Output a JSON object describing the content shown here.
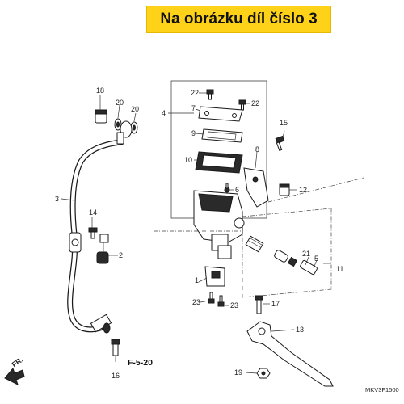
{
  "banner": "Na obrázku díl číslo 3",
  "reference": "F-5-20",
  "direction": "FR.",
  "diagram_code": "MKV3F1500",
  "callouts": {
    "c1": "1",
    "c2": "2",
    "c3": "3",
    "c4": "4",
    "c5": "5",
    "c6": "6",
    "c7": "7",
    "c8": "8",
    "c9": "9",
    "c10": "10",
    "c11": "11",
    "c12": "12",
    "c13": "13",
    "c14": "14",
    "c15": "15",
    "c16": "16",
    "c17": "17",
    "c18": "18",
    "c19": "19",
    "c20a": "20",
    "c20b": "20",
    "c21": "21",
    "c22a": "22",
    "c22b": "22",
    "c23a": "23",
    "c23b": "23"
  },
  "colors": {
    "banner_bg": "#ffd21a",
    "line": "#1a1a1a"
  }
}
